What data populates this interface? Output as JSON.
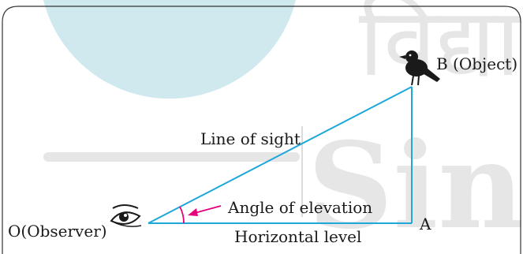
{
  "watermark": {
    "devanagari": "विद्या",
    "latin": "Since",
    "color": "#e6e6e6",
    "circle_color": "#cfe9ef"
  },
  "labels": {
    "object": "B (Object)",
    "observer": "O(Observer)",
    "line_of_sight": "Line of sight",
    "angle": "Angle of elevation",
    "horizontal": "Horizontal level",
    "point_a": "A"
  },
  "colors": {
    "line": "#1ea7d9",
    "arrow": "#e6007e",
    "text": "#1a1a1a",
    "frame": "#333333"
  },
  "icons": {
    "observer": "eye-icon",
    "object": "bird-icon"
  }
}
